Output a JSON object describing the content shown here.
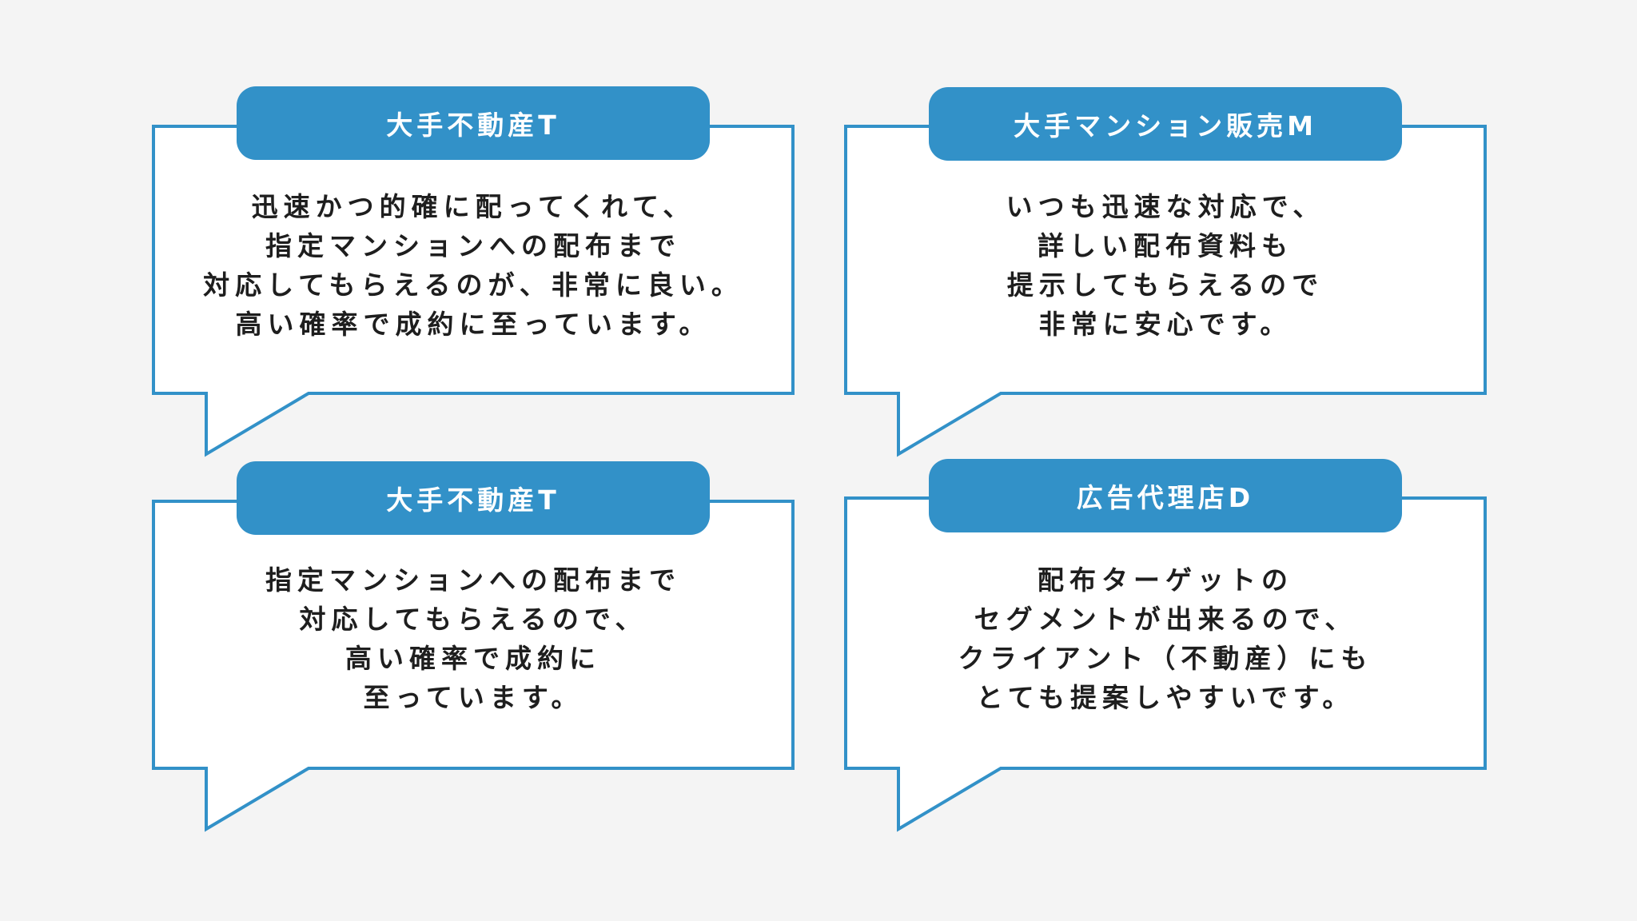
{
  "cards": [
    {
      "speaker": "大手不動産T",
      "lines": [
        "迅速かつ的確に配ってくれて、",
        "指定マンションへの配布まで",
        "対応してもらえるのが、非常に良い。",
        "高い確率で成約に至っています。"
      ]
    },
    {
      "speaker": "大手マンション販売M",
      "lines": [
        "いつも迅速な対応で、",
        "詳しい配布資料も",
        "提示してもらえるので",
        "非常に安心です。"
      ]
    },
    {
      "speaker": "大手不動産T",
      "lines": [
        "指定マンションへの配布まで",
        "対応してもらえるので、",
        "高い確率で成約に",
        "至っています。"
      ]
    },
    {
      "speaker": "広告代理店D",
      "lines": [
        "配布ターゲットの",
        "セグメントが出来るので、",
        "クライアント（不動産）にも",
        "とても提案しやすいです。"
      ]
    }
  ],
  "colors": {
    "accent": "#3291c8",
    "background": "#f4f4f4",
    "bubble_fill": "#ffffff",
    "text": "#1e1e1e"
  }
}
